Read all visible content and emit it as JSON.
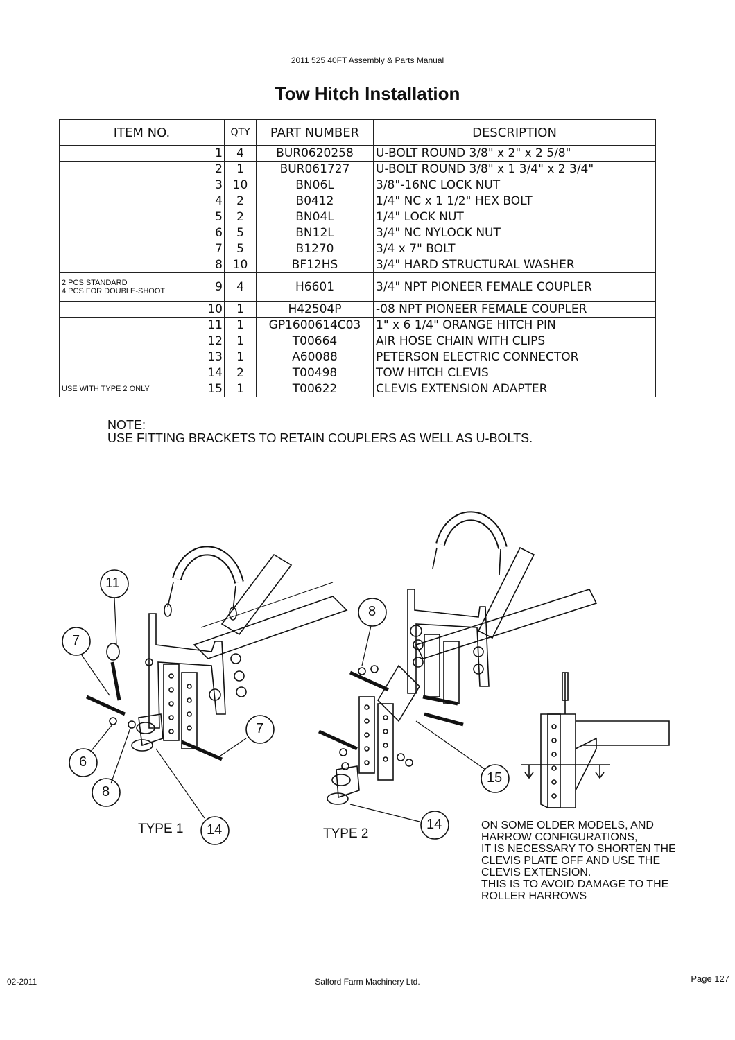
{
  "header": {
    "doc_title": "2011 525 40FT Assembly & Parts Manual",
    "page_title": "Tow Hitch Installation"
  },
  "table": {
    "columns": [
      "ITEM NO.",
      "QTY",
      "PART NUMBER",
      "DESCRIPTION"
    ],
    "rows": [
      {
        "note": "",
        "item": "1",
        "qty": "4",
        "part": "BUR0620258",
        "desc": "U-BOLT ROUND 3/8\" x 2\" x 2 5/8\""
      },
      {
        "note": "",
        "item": "2",
        "qty": "1",
        "part": "BUR061727",
        "desc": "U-BOLT ROUND 3/8\" x 1 3/4\" x 2 3/4\""
      },
      {
        "note": "",
        "item": "3",
        "qty": "10",
        "part": "BN06L",
        "desc": "3/8\"-16NC LOCK NUT"
      },
      {
        "note": "",
        "item": "4",
        "qty": "2",
        "part": "B0412",
        "desc": "1/4\" NC x 1 1/2\" HEX BOLT"
      },
      {
        "note": "",
        "item": "5",
        "qty": "2",
        "part": "BN04L",
        "desc": "1/4\" LOCK NUT"
      },
      {
        "note": "",
        "item": "6",
        "qty": "5",
        "part": "BN12L",
        "desc": "3/4\" NC NYLOCK NUT"
      },
      {
        "note": "",
        "item": "7",
        "qty": "5",
        "part": "B1270",
        "desc": "3/4 x 7\" BOLT"
      },
      {
        "note": "",
        "item": "8",
        "qty": "10",
        "part": "BF12HS",
        "desc": "3/4\" HARD STRUCTURAL WASHER"
      },
      {
        "note": "2 PCS STANDARD\n4 PCS FOR DOUBLE-SHOOT",
        "item": "9",
        "qty": "4",
        "part": "H6601",
        "desc": "3/4\" NPT PIONEER FEMALE COUPLER"
      },
      {
        "note": "",
        "item": "10",
        "qty": "1",
        "part": "H42504P",
        "desc": "-08 NPT PIONEER FEMALE COUPLER"
      },
      {
        "note": "",
        "item": "11",
        "qty": "1",
        "part": "GP1600614C03",
        "desc": "1\" x 6 1/4\" ORANGE HITCH PIN"
      },
      {
        "note": "",
        "item": "12",
        "qty": "1",
        "part": "T00664",
        "desc": "AIR HOSE CHAIN WITH CLIPS"
      },
      {
        "note": "",
        "item": "13",
        "qty": "1",
        "part": "A60088",
        "desc": "PETERSON ELECTRIC CONNECTOR"
      },
      {
        "note": "",
        "item": "14",
        "qty": "2",
        "part": "T00498",
        "desc": "TOW HITCH CLEVIS"
      },
      {
        "note": "USE WITH TYPE 2 ONLY",
        "item": "15",
        "qty": "1",
        "part": "T00622",
        "desc": "CLEVIS EXTENSION ADAPTER"
      }
    ]
  },
  "note": {
    "line1": "NOTE:",
    "line2": "USE FITTING BRACKETS TO RETAIN COUPLERS AS WELL AS U-BOLTS."
  },
  "diagram": {
    "callouts": [
      "11",
      "7",
      "6",
      "8",
      "7",
      "14",
      "8",
      "15",
      "14"
    ],
    "type1_label": "TYPE 1",
    "type2_label": "TYPE 2",
    "side_note": "ON SOME OLDER MODELS,  AND\nHARROW CONFIGURATIONS,\nIT IS NECESSARY TO SHORTEN THE\nCLEVIS PLATE OFF AND USE THE\nCLEVIS EXTENSION.\nTHIS IS TO AVOID DAMAGE TO THE\nROLLER HARROWS"
  },
  "footer": {
    "date": "02-2011",
    "company": "Salford Farm Machinery Ltd.",
    "page": "Page 127"
  }
}
